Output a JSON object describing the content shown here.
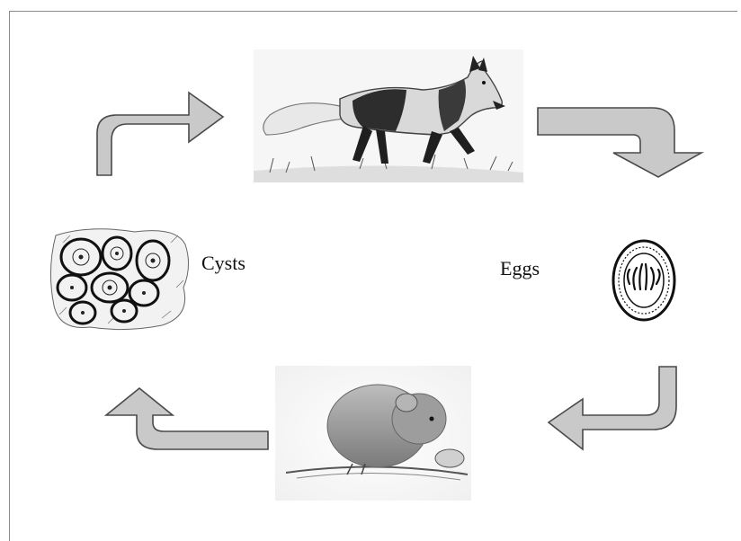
{
  "labels": {
    "cysts": "Cysts",
    "eggs": "Eggs"
  },
  "colors": {
    "arrow_fill": "#c9c9c9",
    "arrow_stroke": "#4a4a4a",
    "frame_border": "#8a8a8a"
  },
  "icons": {
    "fox": "fox-illustration",
    "egg": "egg-icon",
    "vole": "vole-illustration",
    "cysts": "cysts-icon"
  }
}
